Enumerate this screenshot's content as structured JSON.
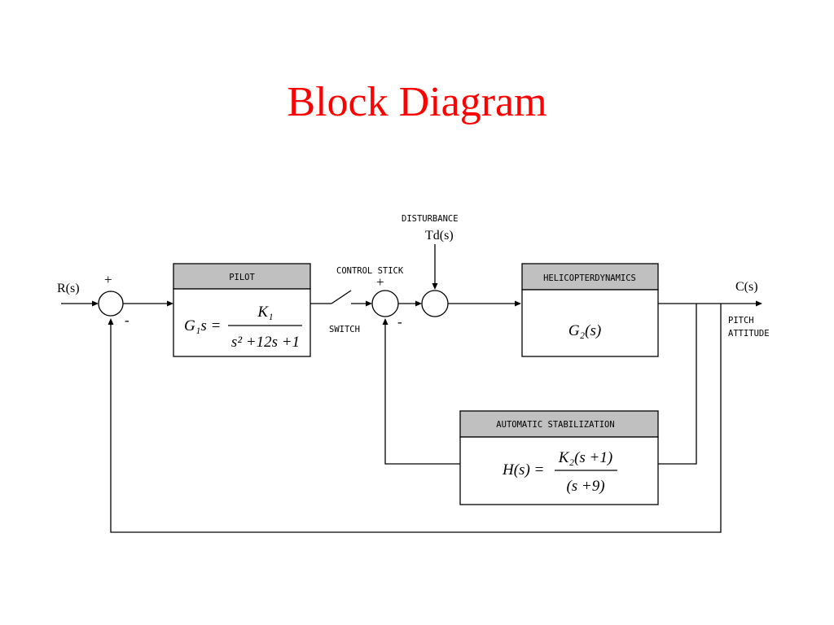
{
  "slide": {
    "title": "Block Diagram",
    "title_color": "#ff0000"
  },
  "diagram": {
    "input_label": "R(s)",
    "output_label": "C(s)",
    "output_desc_line1": "PITCH",
    "output_desc_line2": "ATTITUDE",
    "disturbance_label": "DISTURBANCE",
    "disturbance_signal": "Td(s)",
    "control_stick_label": "CONTROL STICK",
    "switch_label": "SWITCH",
    "sum1": {
      "plus": "+",
      "minus": "-"
    },
    "sum2": {
      "plus": "+",
      "minus": "-"
    },
    "blocks": {
      "pilot": {
        "title": "PILOT",
        "lhs": "G₁s =",
        "numerator": "K₁",
        "denominator": "s² +12s +1"
      },
      "helicopter": {
        "title": "HELICOPTERDYNAMICS",
        "tf": "G₂(s)"
      },
      "stabilization": {
        "title": "AUTOMATIC STABILIZATION",
        "lhs": "H(s) =",
        "numerator": "K₂(s +1)",
        "denominator": "(s +9)"
      }
    },
    "header_fill": "#c0c0c0"
  }
}
